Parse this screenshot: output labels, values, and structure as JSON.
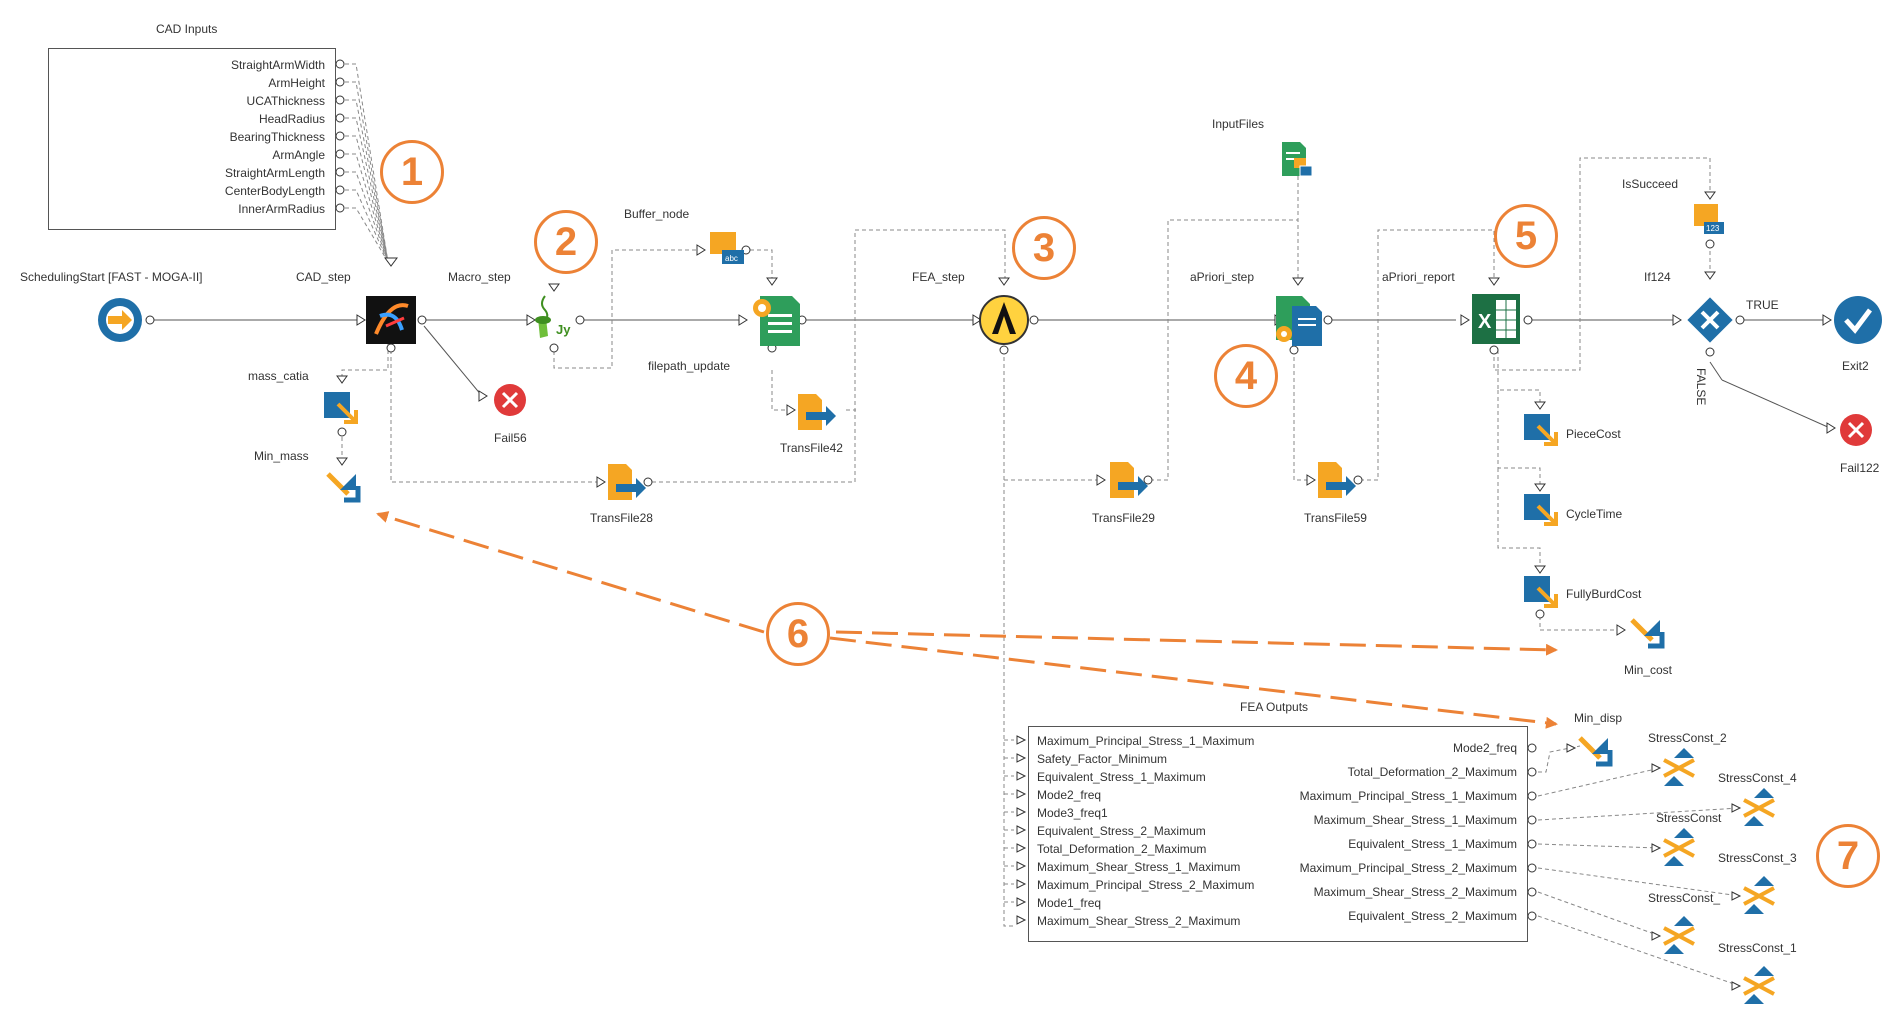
{
  "colors": {
    "accent": "#ec8236",
    "flow_blue": "#1f6fa8",
    "green": "#2e9e5b",
    "excel_green": "#1d7044",
    "red": "#e03a3a",
    "orange": "#f5a623"
  },
  "cad_inputs": {
    "title": "CAD Inputs",
    "items": [
      "StraightArmWidth",
      "ArmHeight",
      "UCAThickness",
      "HeadRadius",
      "BearingThickness",
      "ArmAngle",
      "StraightArmLength",
      "CenterBodyLength",
      "InnerArmRadius"
    ]
  },
  "nodes": {
    "scheduling_start": "SchedulingStart [FAST - MOGA-II]",
    "cad_step": "CAD_step",
    "macro_step": "Macro_step",
    "buffer_node": "Buffer_node",
    "filepath_update": "filepath_update",
    "fea_step": "FEA_step",
    "input_files": "InputFiles",
    "apriori_step": "aPriori_step",
    "apriori_report": "aPriori_report",
    "is_succeed": "IsSucceed",
    "if124": "If124",
    "true_label": "TRUE",
    "false_label": "FALSE",
    "exit2": "Exit2",
    "fail122": "Fail122",
    "fail56": "Fail56",
    "mass_catia": "mass_catia",
    "min_mass": "Min_mass",
    "transfile28": "TransFile28",
    "transfile42": "TransFile42",
    "transfile29": "TransFile29",
    "transfile59": "TransFile59",
    "piece_cost": "PieceCost",
    "cycle_time": "CycleTime",
    "fully_burd_cost": "FullyBurdCost",
    "min_cost": "Min_cost",
    "min_disp": "Min_disp",
    "stress_const_2": "StressConst_2",
    "stress_const_4": "StressConst_4",
    "stress_const": "StressConst",
    "stress_const_3": "StressConst_3",
    "stress_const_underscore": "StressConst_",
    "stress_const_1": "StressConst_1"
  },
  "fea_outputs": {
    "title": "FEA Outputs",
    "inputs": [
      "Maximum_Principal_Stress_1_Maximum",
      "Safety_Factor_Minimum",
      "Equivalent_Stress_1_Maximum",
      "Mode2_freq",
      "Mode3_freq1",
      "Equivalent_Stress_2_Maximum",
      "Total_Deformation_2_Maximum",
      "Maximum_Shear_Stress_1_Maximum",
      "Maximum_Principal_Stress_2_Maximum",
      "Mode1_freq",
      "Maximum_Shear_Stress_2_Maximum"
    ],
    "outputs": [
      "Mode2_freq",
      "Total_Deformation_2_Maximum",
      "Maximum_Principal_Stress_1_Maximum",
      "Maximum_Shear_Stress_1_Maximum",
      "Equivalent_Stress_1_Maximum",
      "Maximum_Principal_Stress_2_Maximum",
      "Maximum_Shear_Stress_2_Maximum",
      "Equivalent_Stress_2_Maximum"
    ]
  },
  "badges": [
    "1",
    "2",
    "3",
    "4",
    "5",
    "6",
    "7"
  ],
  "icons": {
    "start": "scheduling-start-icon",
    "cad": "catia-icon",
    "macro": "jython-icon",
    "buffer": "buffer-icon",
    "filepath": "script-gear-icon",
    "fea": "ansys-icon",
    "input_files": "input-files-icon",
    "apriori": "apriori-icon",
    "excel": "excel-icon",
    "if": "if-icon",
    "exit": "check-icon",
    "fail": "fail-icon",
    "transfile": "transfer-file-icon",
    "output_var": "output-variable-icon",
    "objective": "objective-icon",
    "constraint": "constraint-icon"
  }
}
